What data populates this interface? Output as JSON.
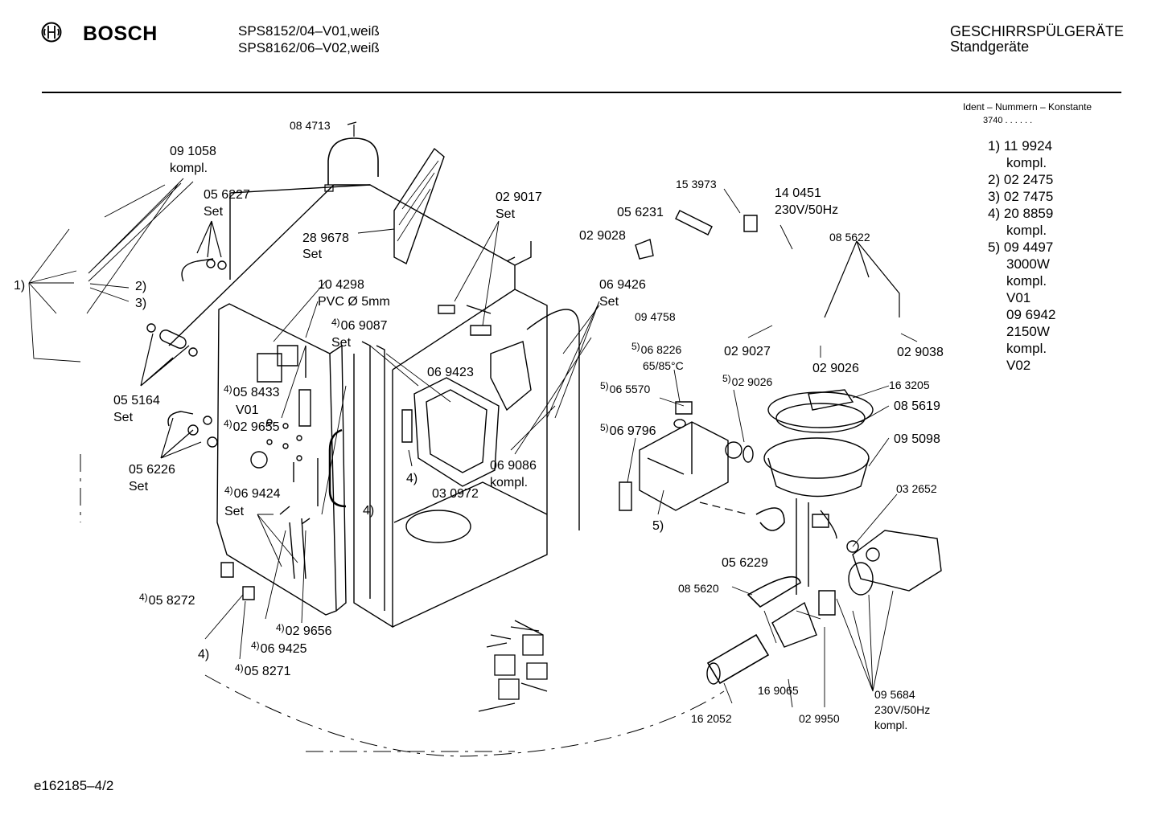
{
  "header": {
    "brand": "BOSCH",
    "models": [
      "SPS8152/04–V01,weiß",
      "SPS8162/06–V02,weiß"
    ],
    "category": "GESCHIRRSPÜLGERÄTE",
    "subcategory": "Standgeräte"
  },
  "ident": {
    "heading": "Ident – Nummern – Konstante",
    "code": "3740 . .   . . . ."
  },
  "constants": [
    {
      "key": "1)",
      "lines": [
        "11 9924",
        "kompl."
      ]
    },
    {
      "key": "2)",
      "lines": [
        "02 2475"
      ]
    },
    {
      "key": "3)",
      "lines": [
        "02 7475"
      ]
    },
    {
      "key": "4)",
      "lines": [
        "20 8859",
        "kompl."
      ]
    },
    {
      "key": "5)",
      "lines": [
        "09 4497",
        "3000W",
        "kompl.",
        "V01",
        "09 6942",
        "2150W",
        "kompl.",
        "V02"
      ]
    }
  ],
  "labels": {
    "p084713": "08 4713",
    "p091058": "09 1058",
    "p091058b": "kompl.",
    "p056227": "05 6227",
    "set": "Set",
    "p289678": "28 9678",
    "p029017": "02 9017",
    "ref1": "1)",
    "ref2": "2)",
    "ref3": "3)",
    "ref4": "4)",
    "ref5": "5)",
    "p104298": "10 4298",
    "pvc": "PVC Ø 5mm",
    "p069087": "06 9087",
    "p069423": "06 9423",
    "p055164": "05 5164",
    "p058433": "05 8433",
    "v01": "V01",
    "p029655": "02 9655",
    "p056226": "05 6226",
    "p069424": "06 9424",
    "p030972": "03 0972",
    "p069086": "06 9086",
    "kompl": "kompl.",
    "p058272": "05 8272",
    "p029656": "02 9656",
    "p069425": "06 9425",
    "p058271": "05 8271",
    "p153973": "15 3973",
    "p056231": "05 6231",
    "p029028": "02 9028",
    "p140451": "14 0451",
    "v230": "230V/50Hz",
    "p085622": "08 5622",
    "p069426": "06 9426",
    "p094758": "09 4758",
    "p068226": "06 8226",
    "temp": "65/85°C",
    "p029027": "02 9027",
    "p029026": "02 9026",
    "p029026b": "02 9026",
    "p029038": "02 9038",
    "p065570": "06 5570",
    "p069796": "06 9796",
    "p163205": "16 3205",
    "p085619": "08 5619",
    "p095098": "09 5098",
    "p032652": "03 2652",
    "p056229": "05 6229",
    "p085620": "08 5620",
    "p169065": "16 9065",
    "p162052": "16 2052",
    "p029950": "02 9950",
    "p095684": "09 5684",
    "v230b": "230V/50Hz",
    "kompl2": "kompl."
  },
  "footer": {
    "drawing_id": "e162185–4/2"
  }
}
